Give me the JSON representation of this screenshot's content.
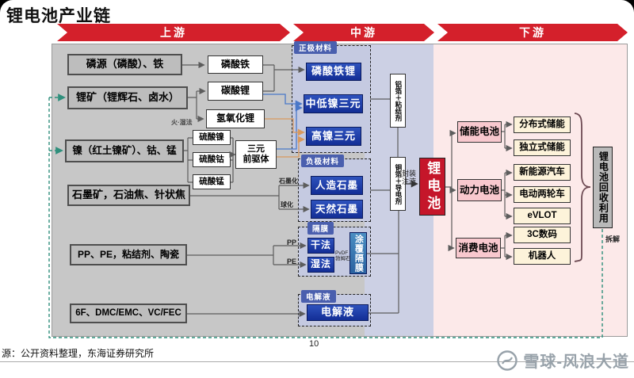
{
  "title": "锂电池产业链",
  "banners": {
    "upstream": "上游",
    "midstream": "中游",
    "downstream": "下游"
  },
  "upstream": {
    "boxes": [
      "磷源（磷酸）、铁",
      "锂矿（锂辉石、卤水）",
      "镍（红土镍矿）、钴、锰",
      "石墨矿，石油焦、针状焦",
      "PP、PE，粘结剂、陶瓷",
      "6F、DMC/EMC、VC/FEC"
    ]
  },
  "intermediates": {
    "iron_phosphate": "磷酸铁",
    "lithium_carbonate": "碳酸锂",
    "lithium_hydroxide": "氢氧化锂",
    "nickel_sulfate": "硫酸镍",
    "cobalt_sulfate": "硫酸钴",
    "manganese_sulfate": "硫酸锰",
    "ternary_precursor": "三元\n前驱体",
    "process_note": "火·湿法"
  },
  "midstream": {
    "cathode": {
      "header": "正极材料",
      "lfp": "磷酸铁锂",
      "mid_low_ni": "中低镍三元",
      "high_ni": "高镍三元"
    },
    "anode": {
      "header": "负极材料",
      "artificial": "人造石墨",
      "natural": "天然石墨",
      "label_graphitization": "石墨化",
      "label_spheroidization": "球化"
    },
    "separator": {
      "header": "隔膜",
      "dry": "干法",
      "wet": "湿法",
      "coated": "涂覆隔膜",
      "coating_note": "PvDF\n勃姆石",
      "input_pp": "PP",
      "input_pe": "PE"
    },
    "electrolyte": {
      "header": "电解液",
      "box": "电解液"
    }
  },
  "assembly": {
    "al_foil_binder": "铝箔＋粘结剂",
    "cu_foil_conductive": "铜箔＋导电剂",
    "pack_inject": "封装\n注液",
    "battery": "锂电池"
  },
  "downstream": {
    "categories": [
      {
        "label": "储能电池",
        "items": [
          "分布式储能",
          "独立式储能"
        ]
      },
      {
        "label": "动力电池",
        "items": [
          "新能源汽车",
          "电动两轮车",
          "eVLOT"
        ]
      },
      {
        "label": "消费电池",
        "items": [
          "3C数码",
          "机器人"
        ]
      }
    ],
    "recycle": "锂电池回收利用",
    "disassemble": "拆解"
  },
  "footer": {
    "source": "源：公开资料整理，东海证券研究所",
    "page": "10",
    "watermark": "雪球-风浪大道"
  },
  "colors": {
    "banner_red": "#d4202b",
    "battery_red": "#c5162a",
    "dark_blue": "#1b3aa5",
    "panel_lavender": "#c5cae1",
    "upstream_gray": "#c7c7c7",
    "midstream_lavender": "#ccd0e4",
    "downstream_pink": "#fce9e9",
    "pink_box": "#f8c8ce",
    "cream_box": "#fdf3da",
    "recycle_teal": "#2f8f7c",
    "orange_line": "#d8995e",
    "blue_line": "#4a78c8"
  }
}
